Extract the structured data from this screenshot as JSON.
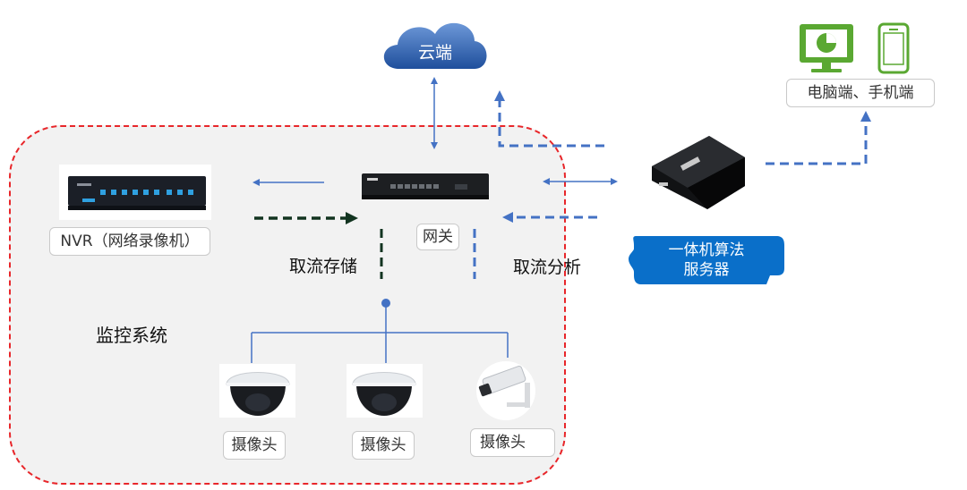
{
  "cloud": {
    "label": "云端"
  },
  "client": {
    "label": "电脑端、手机端"
  },
  "nvr": {
    "label": "NVR（网络录像机）"
  },
  "gateway": {
    "label": "网关"
  },
  "flows": {
    "storage": "取流存储",
    "analysis": "取流分析"
  },
  "server": {
    "line1": "一体机算法",
    "line2": "服务器"
  },
  "system": {
    "label": "监控系统"
  },
  "cameras": [
    {
      "label": "摄像头"
    },
    {
      "label": "摄像头"
    },
    {
      "label": "摄像头"
    }
  ],
  "colors": {
    "accent_blue": "#4472c4",
    "badge_blue": "#0a6fc9",
    "zone_border": "#e8262a",
    "device_green": "#5aa832"
  }
}
